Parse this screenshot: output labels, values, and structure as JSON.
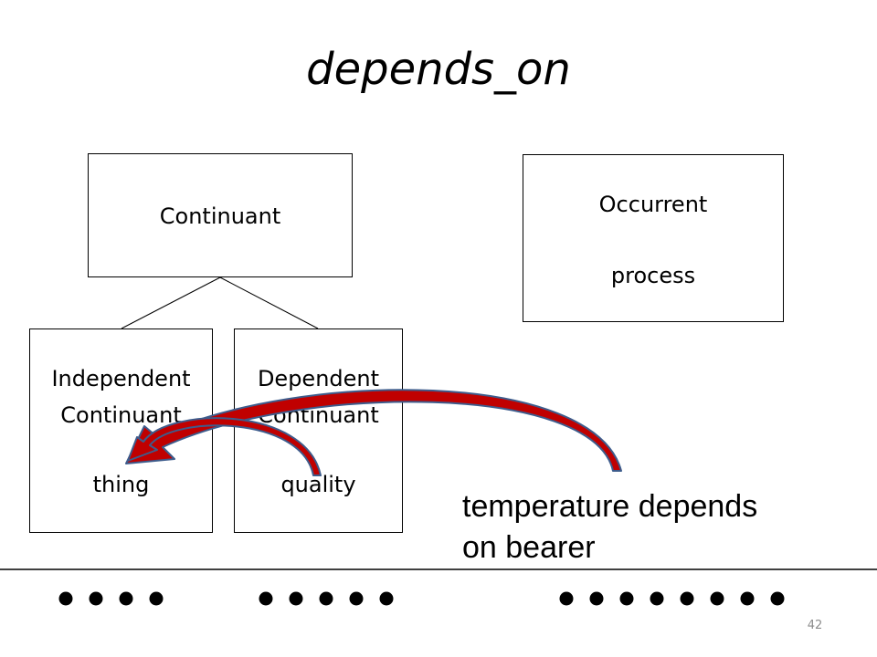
{
  "title": "depends_on",
  "boxes": {
    "continuant": {
      "label": "Continuant"
    },
    "occurrent": {
      "line1": "Occurrent",
      "line2": "process"
    },
    "independent": {
      "line1": "Independent",
      "line2": "Continuant",
      "line3": "thing"
    },
    "dependent": {
      "line1": "Dependent",
      "line2": "Continuant",
      "line3": "quality"
    }
  },
  "caption": {
    "line1": "temperature depends",
    "line2": "on bearer"
  },
  "dot_groups": [
    4,
    5,
    8
  ],
  "arrow_color": "#c00000",
  "arrow_outline": "#3d5c8c",
  "page_number": "42"
}
